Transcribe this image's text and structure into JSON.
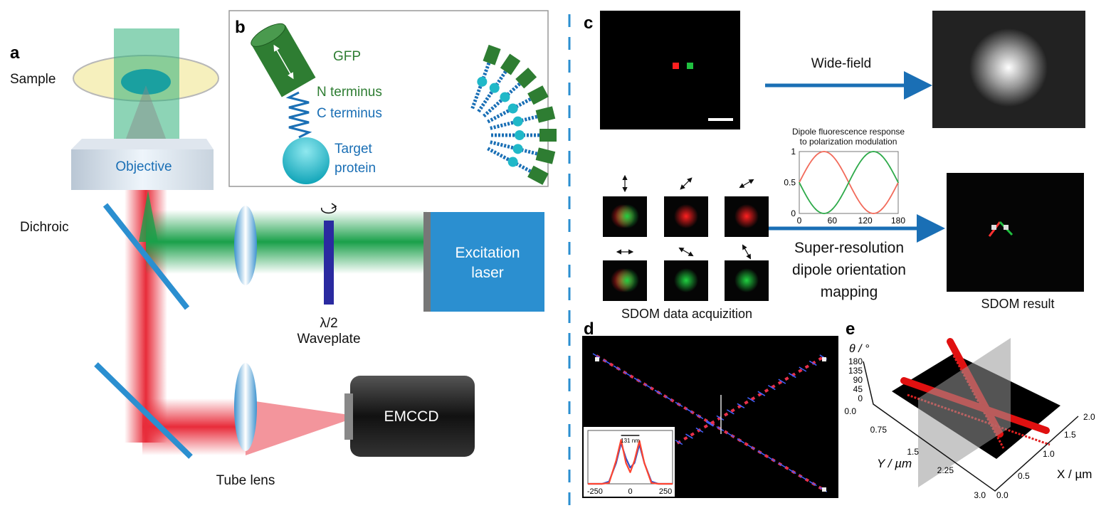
{
  "panels": {
    "a": {
      "label": "a",
      "sample": "Sample",
      "objective": "Objective",
      "dichroic": "Dichroic",
      "waveplate_symbol": "λ/2",
      "waveplate": "Waveplate",
      "laser_line1": "Excitation",
      "laser_line2": "laser",
      "emccd": "EMCCD",
      "tube_lens": "Tube lens",
      "icons": [
        "rotation-arrow-icon"
      ]
    },
    "b": {
      "label": "b",
      "gfp": "GFP",
      "n_terminus": "N terminus",
      "c_terminus": "C terminus",
      "target_line1": "Target",
      "target_line2": "protein"
    },
    "c": {
      "label": "c",
      "wide_field": "Wide-field",
      "acquisition": "SDOM data acquizition",
      "sr_line1": "Super-resolution",
      "sr_line2": "dipole orientation",
      "sr_line3": "mapping",
      "result": "SDOM result"
    },
    "d": {
      "label": "d"
    },
    "e": {
      "label": "e",
      "theta_label": "θ / °",
      "theta_ticks": [
        "180",
        "135",
        "90",
        "45",
        "0"
      ],
      "y_label": "Y / µm",
      "y_ticks": [
        "0.0",
        "0.75",
        "1.5",
        "2.25",
        "3.0"
      ],
      "x_label": "X / µm",
      "x_ticks": [
        "0.0",
        "0.5",
        "1.0",
        "1.5",
        "2.0"
      ]
    }
  },
  "colors": {
    "green": "#2e7d32",
    "blue": "#1a6fb5",
    "red": "#e53935",
    "laser": "#2b8fd0",
    "divider": "#2b8fd0"
  },
  "chart_data": [
    {
      "type": "line",
      "title": "Dipole fluorescence response to polarization modulation",
      "title_line1": "Dipole fluorescence response",
      "title_line2": "to polarization modulation",
      "xlim": [
        0,
        180
      ],
      "ylim": [
        0,
        1
      ],
      "x_ticks": [
        "0",
        "60",
        "120",
        "180"
      ],
      "y_ticks": [
        "0",
        "0.5",
        "1"
      ],
      "x": [
        0,
        15,
        30,
        45,
        60,
        75,
        90,
        105,
        120,
        135,
        150,
        165,
        180
      ],
      "series": [
        {
          "color": "#f26b5b",
          "values": [
            0.5,
            0.75,
            0.93,
            1.0,
            0.93,
            0.75,
            0.5,
            0.25,
            0.07,
            0.0,
            0.07,
            0.25,
            0.5
          ]
        },
        {
          "color": "#2eaa4a",
          "values": [
            0.5,
            0.25,
            0.07,
            0.0,
            0.07,
            0.25,
            0.5,
            0.75,
            0.93,
            1.0,
            0.93,
            0.75,
            0.5
          ]
        }
      ]
    },
    {
      "type": "line",
      "annotation": "131 nm",
      "xlim": [
        -300,
        300
      ],
      "ylim": [
        0,
        1
      ],
      "x_ticks": [
        "-250",
        "0",
        "250"
      ],
      "x": [
        -300,
        -200,
        -150,
        -100,
        -65,
        -30,
        0,
        30,
        65,
        100,
        150,
        200,
        300
      ],
      "series": [
        {
          "color": "#3050c8",
          "values": [
            0,
            0,
            0.05,
            0.45,
            0.88,
            0.55,
            0.35,
            0.45,
            0.85,
            0.45,
            0.05,
            0,
            0
          ]
        },
        {
          "color": "#ff4530",
          "values": [
            0,
            0,
            0.02,
            0.5,
            0.95,
            0.45,
            0.25,
            0.5,
            0.93,
            0.45,
            0.02,
            0,
            0
          ]
        }
      ]
    }
  ]
}
